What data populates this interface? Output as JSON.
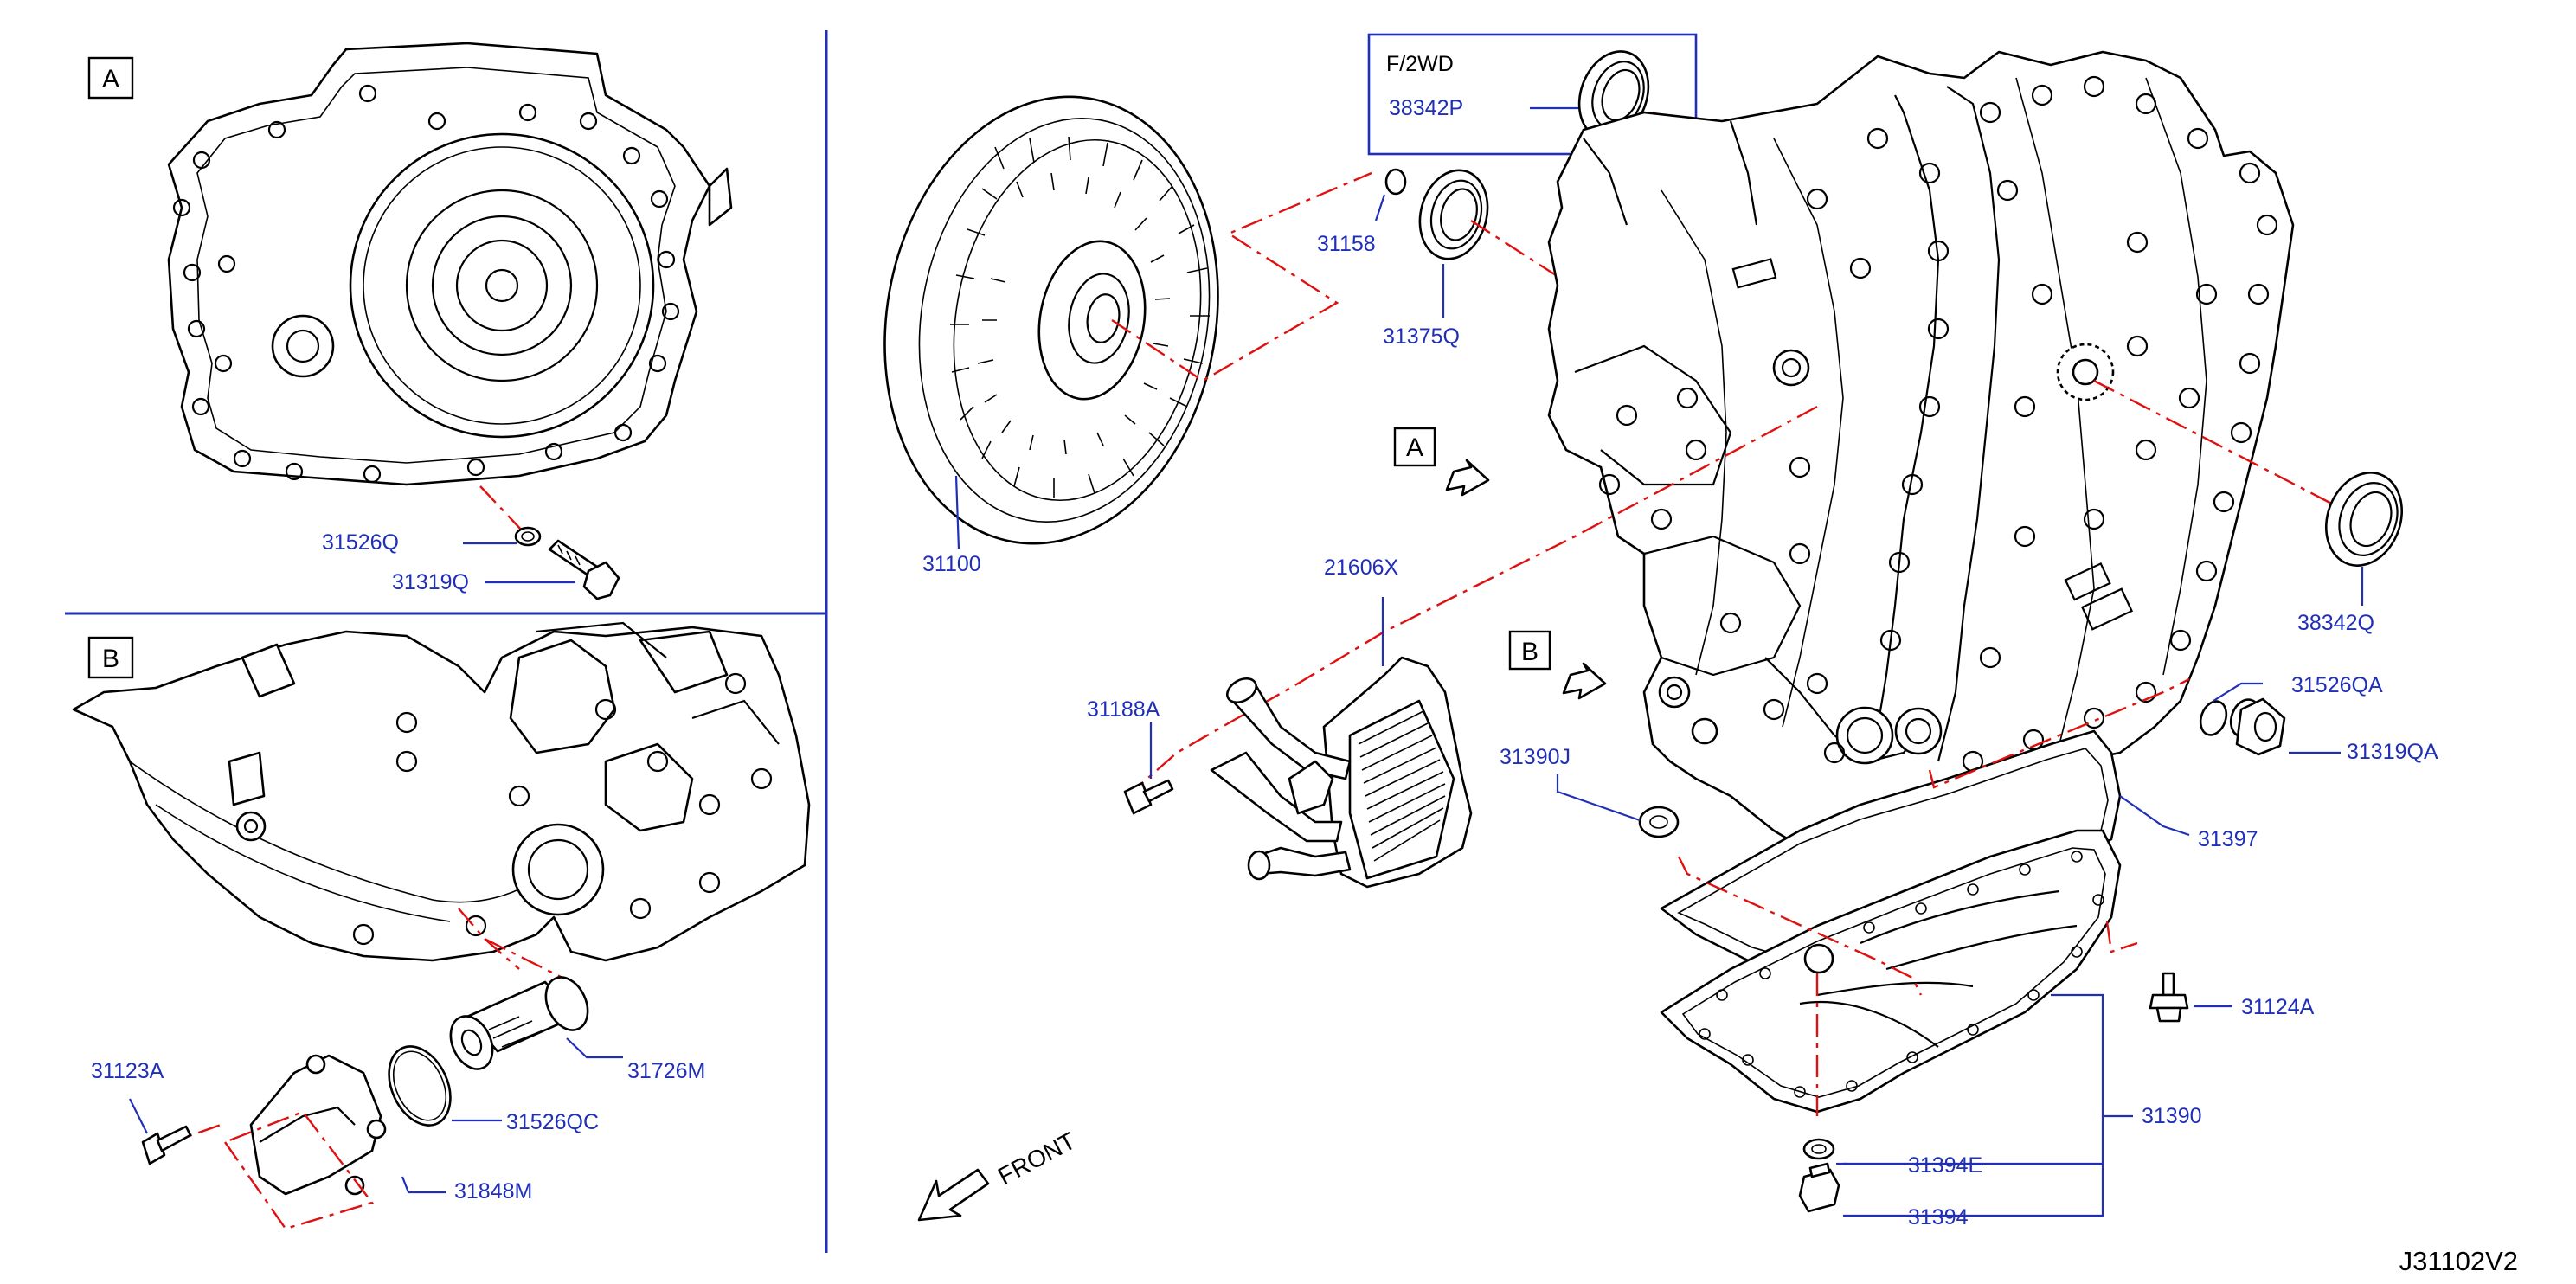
{
  "detail_a": {
    "label": "A"
  },
  "detail_b": {
    "label": "B"
  },
  "marker_a": {
    "label": "A"
  },
  "marker_b": {
    "label": "B"
  },
  "variant_box": {
    "title": "F/2WD",
    "part": "38342P"
  },
  "parts": {
    "p31526Q": "31526Q",
    "p31319Q": "31319Q",
    "p31100": "31100",
    "p31158": "31158",
    "p31375Q": "31375Q",
    "p38342Q": "38342Q",
    "p21606X": "21606X",
    "p31188A": "31188A",
    "p31390J": "31390J",
    "p31526QA": "31526QA",
    "p31319QA": "31319QA",
    "p31397": "31397",
    "p31124A": "31124A",
    "p31390": "31390",
    "p31394E": "31394E",
    "p31394": "31394",
    "p31123A": "31123A",
    "p31726M": "31726M",
    "p31526QC": "31526QC",
    "p31848M": "31848M"
  },
  "front_label": "FRONT",
  "diagram_code": "J31102V2"
}
